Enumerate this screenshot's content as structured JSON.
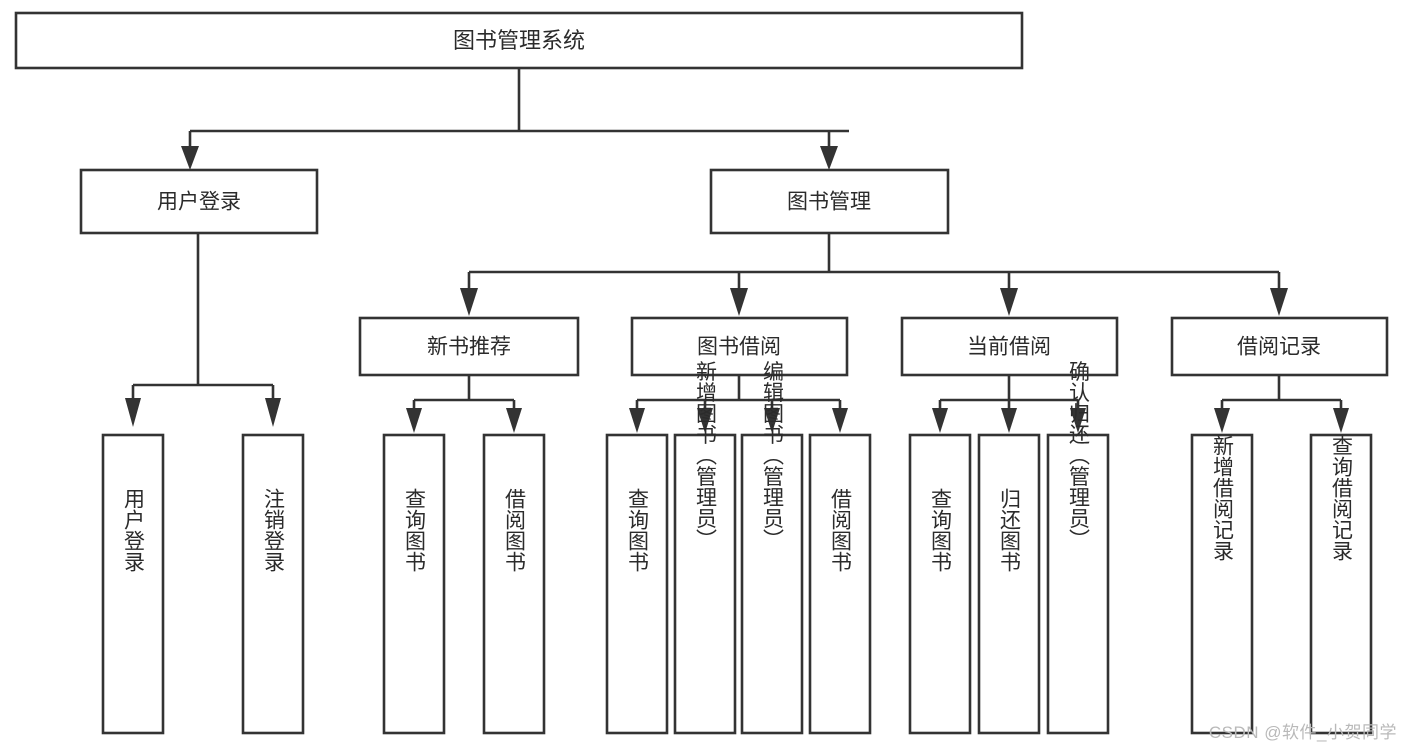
{
  "diagram": {
    "type": "tree",
    "title": "图书管理系统",
    "orientation": "top-down",
    "watermark": "CSDN @软件_小贺同学",
    "colors": {
      "box_stroke": "#333333",
      "box_fill": "#ffffff",
      "text": "#2b2b2b",
      "background": "#ffffff",
      "watermark": "#b9b9b9"
    },
    "root": {
      "label": "图书管理系统"
    },
    "level2": [
      {
        "label": "用户登录"
      },
      {
        "label": "图书管理"
      }
    ],
    "level3": [
      {
        "label": "新书推荐"
      },
      {
        "label": "图书借阅"
      },
      {
        "label": "当前借阅"
      },
      {
        "label": "借阅记录"
      }
    ],
    "leaves": {
      "user_login": [
        "用户登录",
        "注销登录"
      ],
      "new_book": [
        "查询图书",
        "借阅图书"
      ],
      "book_borrow": [
        "查询图书",
        "新增图书（管理员）",
        "编辑图书（管理员）",
        "借阅图书"
      ],
      "current_borrow": [
        "查询图书",
        "归还图书",
        "确认归还（管理员）"
      ],
      "borrow_record": [
        "新增借阅记录",
        "查询借阅记录"
      ]
    }
  }
}
